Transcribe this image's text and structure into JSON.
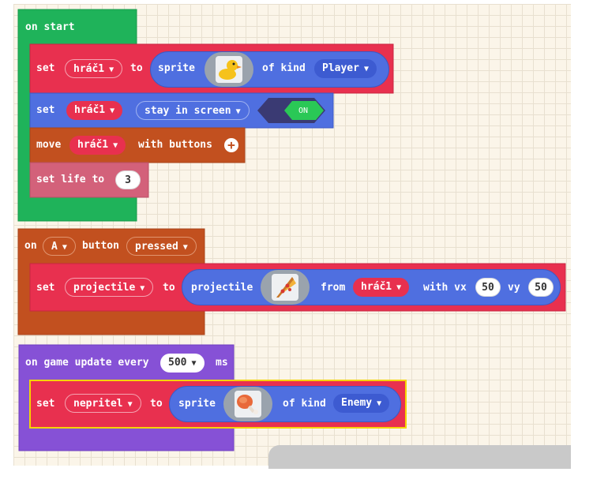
{
  "on_start": {
    "hat": "on start",
    "set_sprite": {
      "set": "set",
      "var": "hráč1",
      "to": "to",
      "sprite": "sprite",
      "of_kind": "of kind",
      "kind": "Player"
    },
    "stay": {
      "set": "set",
      "var": "hráč1",
      "option": "stay in screen",
      "toggle": "ON"
    },
    "move": {
      "move": "move",
      "var": "hráč1",
      "with_buttons": "with buttons"
    },
    "life": {
      "label": "set life to",
      "value": "3"
    }
  },
  "on_button": {
    "on": "on",
    "button_name": "A",
    "button": "button",
    "event": "pressed",
    "set_projectile": {
      "set": "set",
      "var": "projectile",
      "to": "to",
      "projectile": "projectile",
      "from": "from",
      "source": "hráč1",
      "with_vx": "with vx",
      "vx": "50",
      "vy_label": "vy",
      "vy": "50"
    }
  },
  "on_update": {
    "hat": "on game update every",
    "interval": "500",
    "unit": "ms",
    "set_enemy": {
      "set": "set",
      "var": "nepritel",
      "to": "to",
      "sprite": "sprite",
      "of_kind": "of kind",
      "kind": "Enemy"
    }
  },
  "colors": {
    "loops_green": "#1fb35a",
    "sprites_red": "#e8304f",
    "scene_blue": "#4f6fe0",
    "controller_orange": "#c2501f",
    "info_pink": "#d3617a",
    "game_purple": "#8651d6"
  },
  "icons": {
    "player": "yellow-duck-icon",
    "projectile": "pizza-slice-icon",
    "enemy": "drumstick-icon",
    "add": "plus-circle-icon"
  }
}
